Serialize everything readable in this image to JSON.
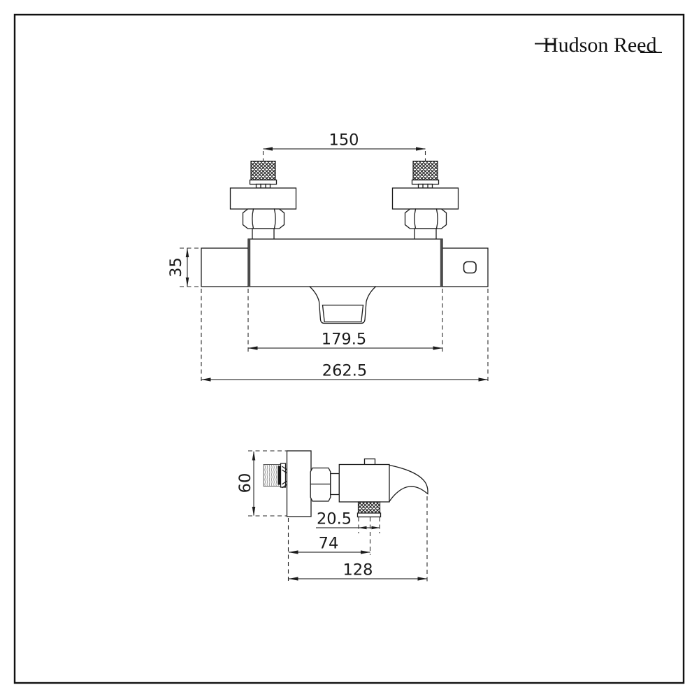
{
  "brand": {
    "logo_text": "Hudson Reed"
  },
  "drawing": {
    "front_view": {
      "dim_inlet_spacing": "150",
      "dim_body_height": "35",
      "dim_body_width": "179.5",
      "dim_overall_width": "262.5"
    },
    "side_view": {
      "dim_plate_height": "60",
      "dim_outlet_width": "20.5",
      "dim_wall_to_outlet": "74",
      "dim_overall_depth": "128"
    },
    "colors": {
      "line": "#1c1c1c",
      "background": "#ffffff"
    }
  }
}
